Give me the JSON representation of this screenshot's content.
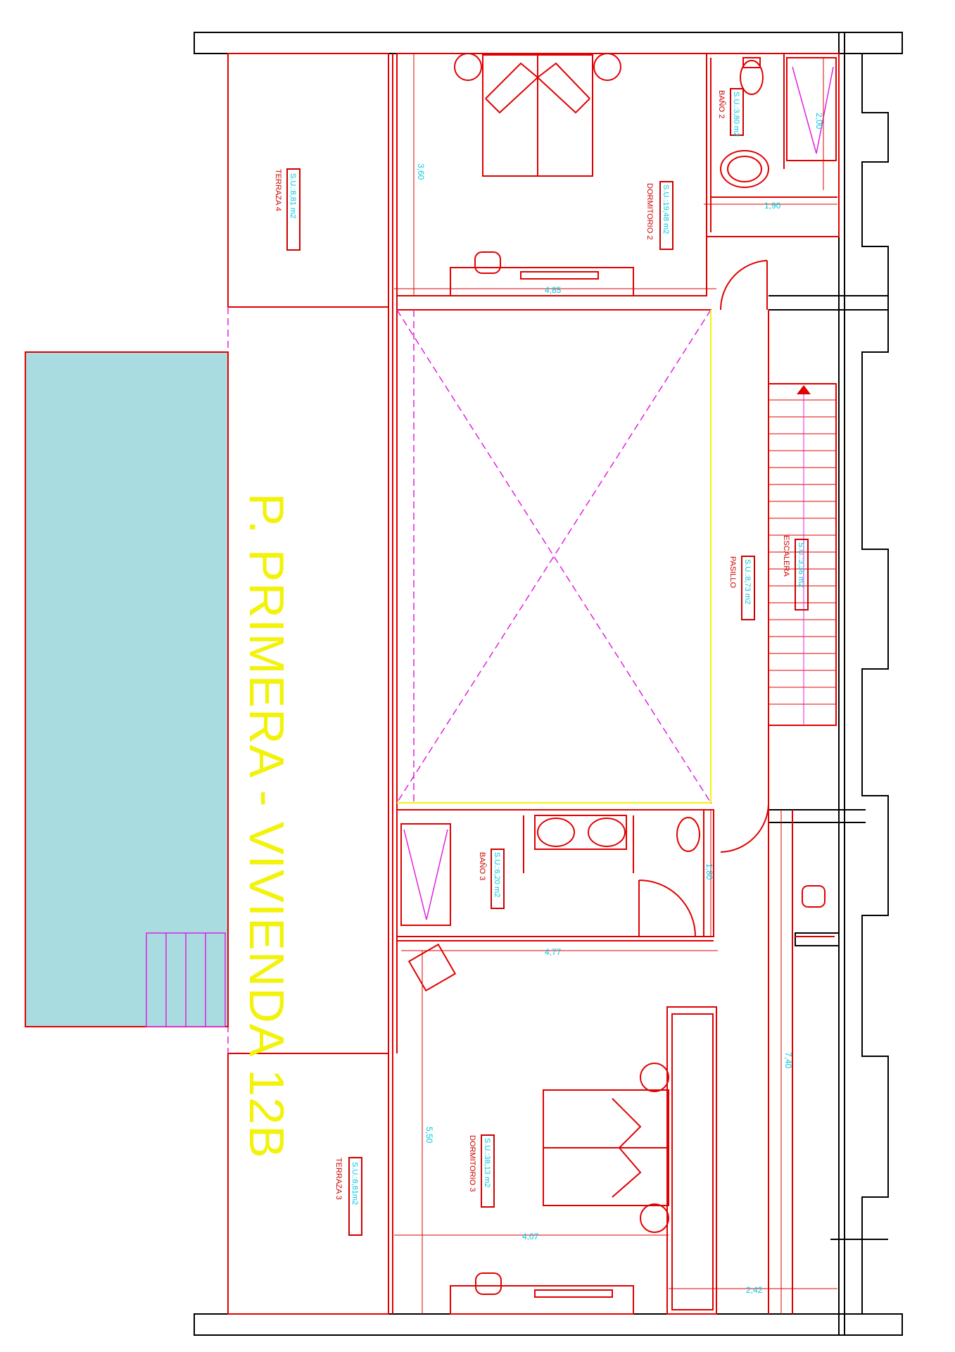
{
  "plan": {
    "title": "P. PRIMERA - VIVIENDA 12B",
    "colors": {
      "walls": "#e00000",
      "outline": "#000000",
      "dimensions": "#00c8e0",
      "title": "#f2f20a",
      "void": "#e020e0",
      "pool": "#a8dce0"
    },
    "rooms": {
      "terraza4": {
        "name": "TERRAZA 4",
        "area": "S.U.:8,81 m2"
      },
      "dormitorio2": {
        "name": "DORMITORIO 2",
        "area": "S.U.:19,48 m2"
      },
      "bano2": {
        "name": "BAÑO 2",
        "area": "S.U.:3,80 m2"
      },
      "pasillo": {
        "name": "PASILLO",
        "area": "S.U.:8,73 m2"
      },
      "escalera": {
        "name": "ESCALERA",
        "area": "S.U.:3,36 m2"
      },
      "bano3": {
        "name": "BAÑO 3",
        "area": "S.U.:6,20 m2"
      },
      "dormitorio3": {
        "name": "DORMITORIO 3",
        "area": "S.U.:38,13 m2"
      },
      "terraza3": {
        "name": "TERRAZA 3",
        "area": "S.U.:8,81m2"
      }
    },
    "dimensions": {
      "d360": "3,60",
      "d485": "4,85",
      "d200": "2,00",
      "d190": "1,90",
      "d180": "1,80",
      "d477": "4,77",
      "d550": "5,50",
      "d407": "4,07",
      "d740": "7,40",
      "d242": "2,42"
    }
  }
}
